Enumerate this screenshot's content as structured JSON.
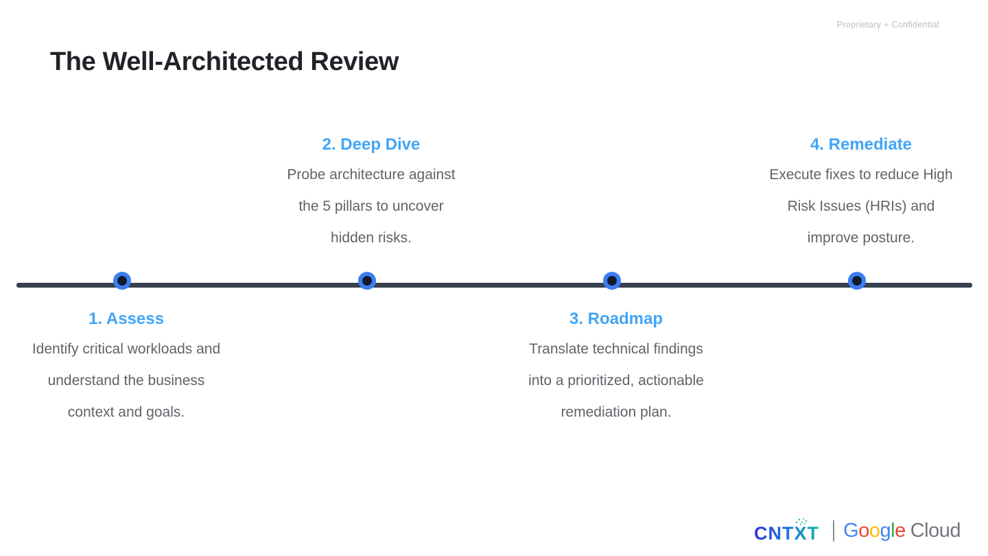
{
  "meta": {
    "confidential": "Proprietary + Confidential"
  },
  "header": {
    "title": "The Well-Architected Review"
  },
  "timeline": {
    "steps": [
      {
        "label": "1. Assess",
        "placement": "below",
        "lines": {
          "l1": "Identify critical workloads and",
          "l2": "understand the business",
          "l3": "context and goals."
        }
      },
      {
        "label": "2. Deep Dive",
        "placement": "above",
        "lines": {
          "l1": "Probe architecture against",
          "l2": "the 5 pillars to uncover",
          "l3": "hidden risks."
        }
      },
      {
        "label": "3. Roadmap",
        "placement": "below",
        "lines": {
          "l1": "Translate technical findings",
          "l2": "into a prioritized, actionable",
          "l3": "remediation plan."
        }
      },
      {
        "label": "4. Remediate",
        "placement": "above",
        "lines": {
          "l1": "Execute fixes to reduce High",
          "l2": "Risk Issues (HRIs) and",
          "l3": "improve posture."
        }
      }
    ]
  },
  "footer": {
    "cntxt": "CNTXT",
    "google": {
      "g1": "G",
      "o1": "o",
      "o2": "o",
      "g2": "g",
      "l1": "l",
      "e1": "e",
      "cloud": "Cloud"
    }
  },
  "colors": {
    "accent_blue": "#42A5F5",
    "timeline_line": "#36404E",
    "node_ring": "#3C7EF2",
    "node_core": "#111B2D",
    "title_text": "#212328",
    "body_text": "#5F6368",
    "confidential_text": "#B7BDC7",
    "cntxt_gradient_start": "#3038D9",
    "cntxt_gradient_end": "#12B5A5",
    "google_blue": "#4285F4",
    "google_red": "#EA4335",
    "google_yellow": "#FBBC05",
    "google_green": "#34A853",
    "cloud_gray": "#70757A"
  }
}
